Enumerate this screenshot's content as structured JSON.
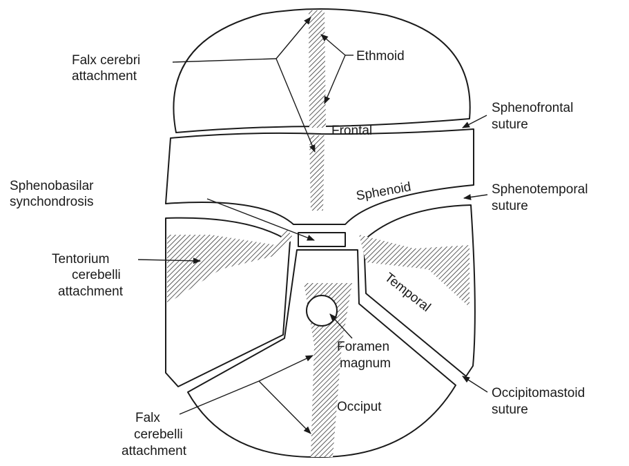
{
  "labels": {
    "falx_cerebri": [
      "Falx cerebri",
      "attachment"
    ],
    "ethmoid": "Ethmoid",
    "frontal": "Frontal",
    "sphenofrontal": [
      "Sphenofrontal",
      "suture"
    ],
    "sphenoid": "Sphenoid",
    "sphenobasilar": [
      "Sphenobasilar",
      "synchondrosis"
    ],
    "sphenotemporal": [
      "Sphenotemporal",
      "suture"
    ],
    "tentorium": [
      "Tentorium",
      "cerebelli",
      "attachment"
    ],
    "temporal": "Temporal",
    "foramen_magnum": [
      "Foramen",
      "magnum"
    ],
    "occipitomastoid": [
      "Occipitomastoid",
      "suture"
    ],
    "occiput": "Occiput",
    "falx_cerebelli": [
      "Falx",
      "cerebelli",
      "attachment"
    ]
  }
}
